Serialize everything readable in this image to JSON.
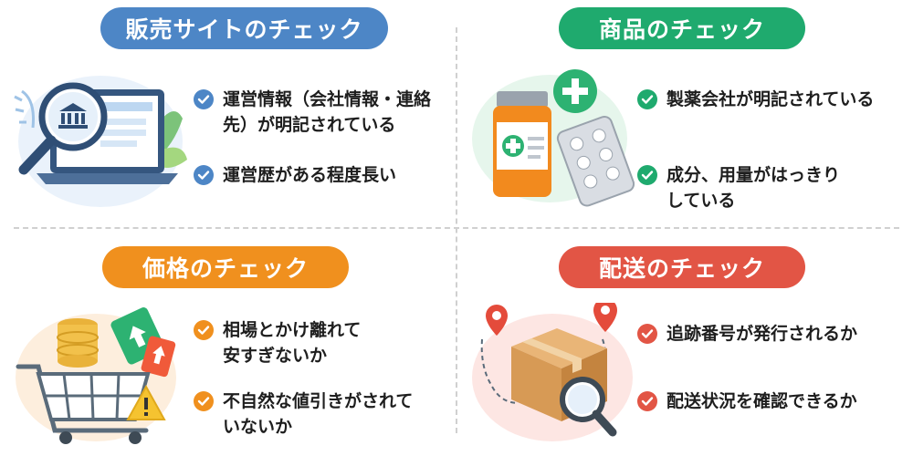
{
  "colors": {
    "blue": "#4d86c6",
    "green": "#1faa6e",
    "orange": "#f0901e",
    "red": "#e25545"
  },
  "sections": {
    "site": {
      "title": "販売サイトのチェック",
      "items": [
        "運営情報（会社情報・連絡\n先）が明記されている",
        "運営歴がある程度長い"
      ]
    },
    "product": {
      "title": "商品のチェック",
      "items": [
        "製薬会社が明記されている",
        "成分、用量がはっきり\nしている"
      ]
    },
    "price": {
      "title": "価格のチェック",
      "items": [
        "相場とかけ離れて\n安すぎないか",
        "不自然な値引きがされて\nいないか"
      ]
    },
    "delivery": {
      "title": "配送のチェック",
      "items": [
        "追跡番号が発行されるか",
        "配送状況を確認できるか"
      ]
    }
  }
}
